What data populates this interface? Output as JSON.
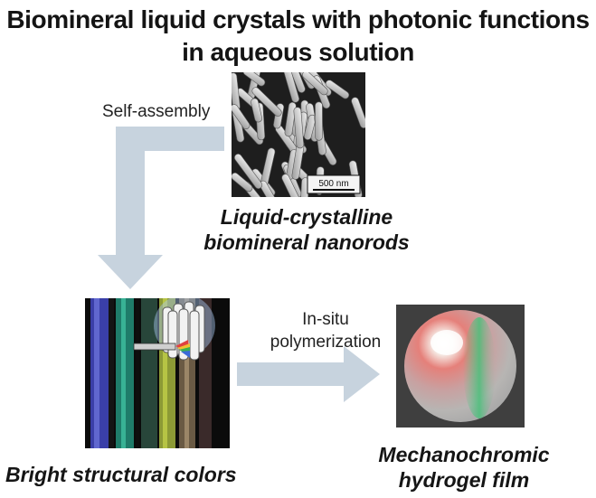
{
  "title": {
    "line1": "Biomineral liquid crystals with photonic functions",
    "line2": "in aqueous solution"
  },
  "steps": {
    "self_assembly": "Self-assembly",
    "in_situ_line1": "In-situ",
    "in_situ_line2": "polymerization"
  },
  "sem_image": {
    "scale_bar": "500 nm"
  },
  "captions": {
    "nanorods_line1": "Liquid-crystalline",
    "nanorods_line2": "biomineral nanorods",
    "colors": "Bright structural colors",
    "film_line1": "Mechanochromic",
    "film_line2": "hydrogel film"
  },
  "colors": {
    "arrow": "#c7d3de",
    "title_text": "#141414",
    "sem_background": "#1e1e1e"
  }
}
